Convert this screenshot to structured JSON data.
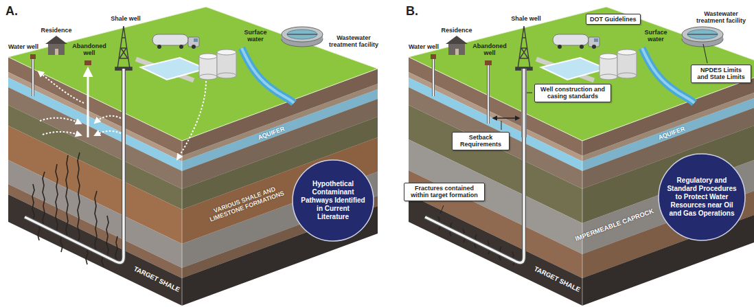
{
  "diagram": {
    "nodes": [
      {
        "text": [
          "Hypothetical Contaminant Pathways Identified in Current Literature"
        ]
      },
      {
        "text": [
          "DOT Guidelines"
        ]
      },
      {
        "text": [
          "Well construction and casing standards"
        ]
      },
      {
        "text": [
          "NPDES Limits and State Limits"
        ]
      },
      {
        "text": [
          "Setback Requirements"
        ]
      },
      {
        "text": [
          "Fractures contained within target formation"
        ]
      },
      {
        "text": [
          "Regulatory and Standard Procedures to Protect Water Resources near Oil and Gas Operations"
        ]
      }
    ],
    "labels": [
      "A.",
      "Water well",
      "Residence",
      "Abandoned well",
      "Shale well",
      "Surface water",
      "Wastewater treatment facility",
      "AQUIFER",
      "VARIOUS SHALE AND LIMESTONE FORMATIONS",
      "TARGET SHALE",
      "B.",
      "Water well",
      "Residence",
      "Abandoned well",
      "Shale well",
      "Surface water",
      "Wastewater treatment facility",
      "AQUIFER",
      "IMPERMEABLE CAPROCK",
      "TARGET SHALE"
    ]
  }
}
